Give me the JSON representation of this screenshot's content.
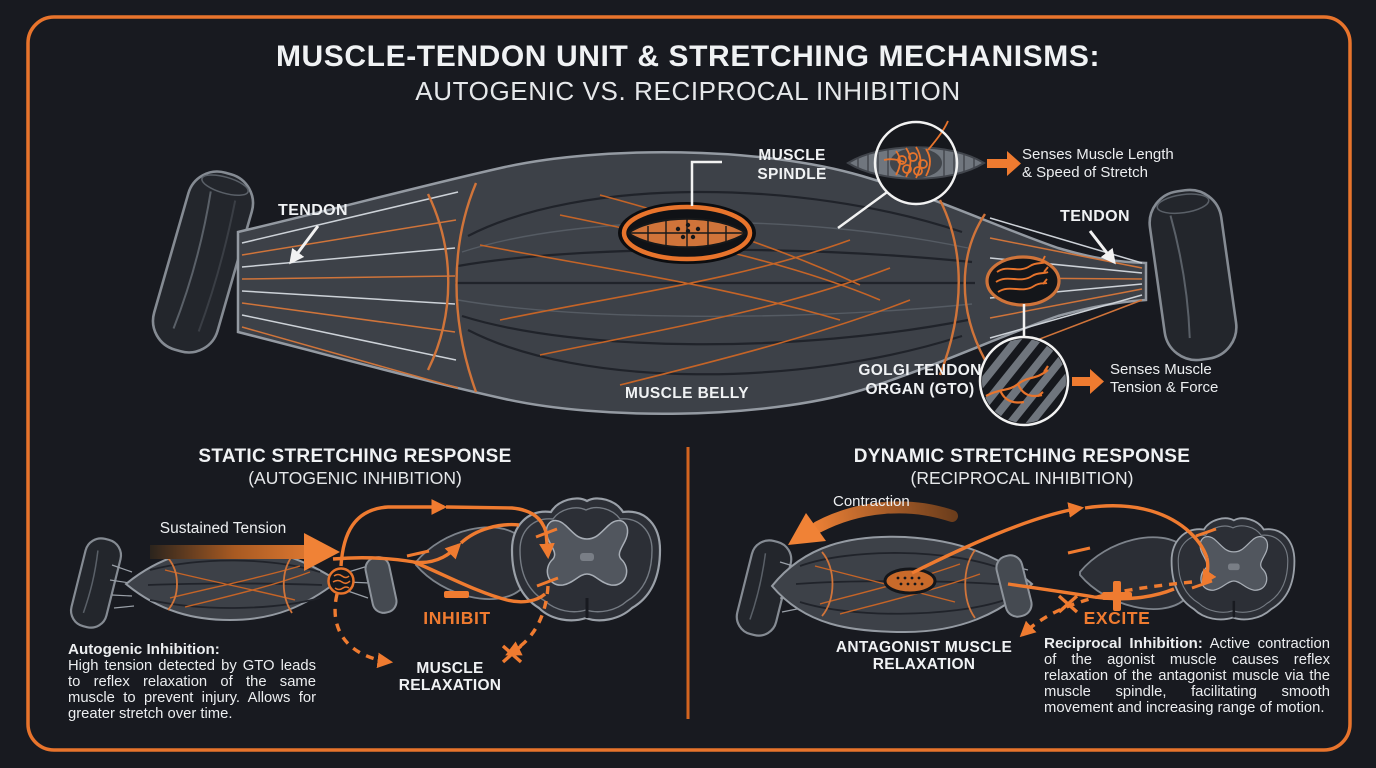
{
  "colors": {
    "background": "#181A20",
    "accent": "#EF7B30",
    "frame": "#E8742C",
    "text": "#F0F2F4"
  },
  "title": {
    "line1": "MUSCLE-TENDON UNIT & STRETCHING MECHANISMS:",
    "line2": "AUTOGENIC VS. RECIPROCAL INHIBITION"
  },
  "main_diagram": {
    "tendon_left_label": "TENDON",
    "tendon_right_label": "TENDON",
    "muscle_belly_label": "MUSCLE BELLY",
    "muscle_spindle": {
      "label_line1": "MUSCLE",
      "label_line2": "SPINDLE",
      "note_line1": "Senses Muscle Length",
      "note_line2": "& Speed of Stretch"
    },
    "golgi_tendon_organ": {
      "label_line1": "GOLGI TENDON",
      "label_line2": "ORGAN (GTO)",
      "note_line1": "Senses Muscle",
      "note_line2": "Tension & Force"
    }
  },
  "static_panel": {
    "title": "STATIC STRETCHING RESPONSE",
    "subtitle": "(AUTOGENIC INHIBITION)",
    "tension_label": "Sustained Tension",
    "inhibit_label": "INHIBIT",
    "relaxation_line1": "MUSCLE",
    "relaxation_line2": "RELAXATION",
    "note_title": "Autogenic Inhibition:",
    "note_body": "High tension detected by GTO leads to reflex relaxation of the same muscle to prevent injury. Allows for greater stretch over time."
  },
  "dynamic_panel": {
    "title": "DYNAMIC STRETCHING RESPONSE",
    "subtitle": "(RECIPROCAL INHIBITION)",
    "contraction_label": "Contraction",
    "excite_label": "EXCITE",
    "relaxation_line1": "ANTAGONIST MUSCLE",
    "relaxation_line2": "RELAXATION",
    "note_title": "Reciprocal Inhibition:",
    "note_body": "Active contraction of the agonist muscle causes reflex relaxation of the antagonist muscle via the muscle spindle, facilitating smooth movement and increasing range of motion."
  }
}
